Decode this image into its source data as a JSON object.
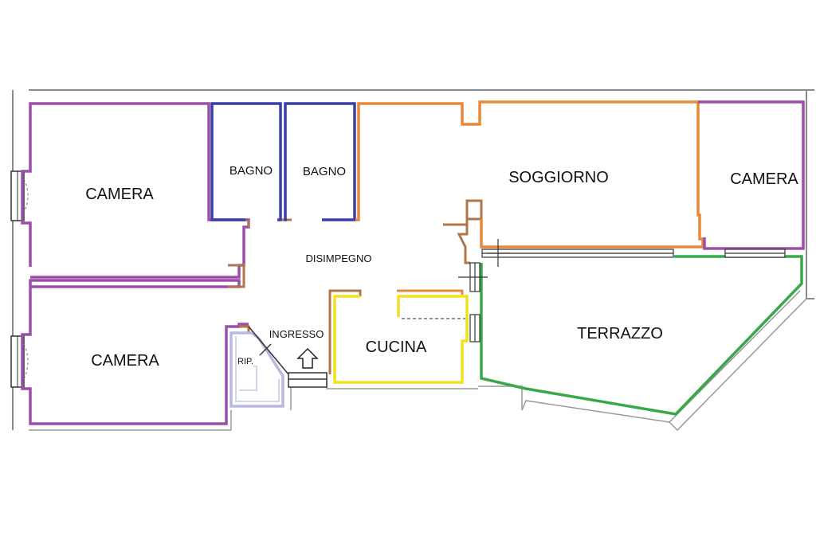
{
  "floorplan": {
    "rooms": {
      "camera_top_left": {
        "label": "CAMERA",
        "color": "#9b4fa8"
      },
      "camera_bottom_left": {
        "label": "CAMERA",
        "color": "#9b4fa8"
      },
      "bagno_1": {
        "label": "BAGNO",
        "color": "#3a3fa8"
      },
      "bagno_2": {
        "label": "BAGNO",
        "color": "#3a3fa8"
      },
      "soggiorno": {
        "label": "SOGGIORNO",
        "color": "#e8893a"
      },
      "camera_right": {
        "label": "CAMERA",
        "color": "#9b4fa8"
      },
      "disimpegno": {
        "label": "DISIMPEGNO",
        "color": "#b0764a"
      },
      "cucina": {
        "label": "CUCINA",
        "color": "#f0e020"
      },
      "terrazzo": {
        "label": "TERRAZZO",
        "color": "#3aa84a"
      },
      "ripostiglio": {
        "label": "RIP.",
        "color": "#b8b8e0"
      }
    },
    "entrance": {
      "label": "INGRESSO",
      "icon": "up-arrow-icon"
    },
    "colors": {
      "wall": "#8a8a8a",
      "background": "#ffffff"
    }
  }
}
